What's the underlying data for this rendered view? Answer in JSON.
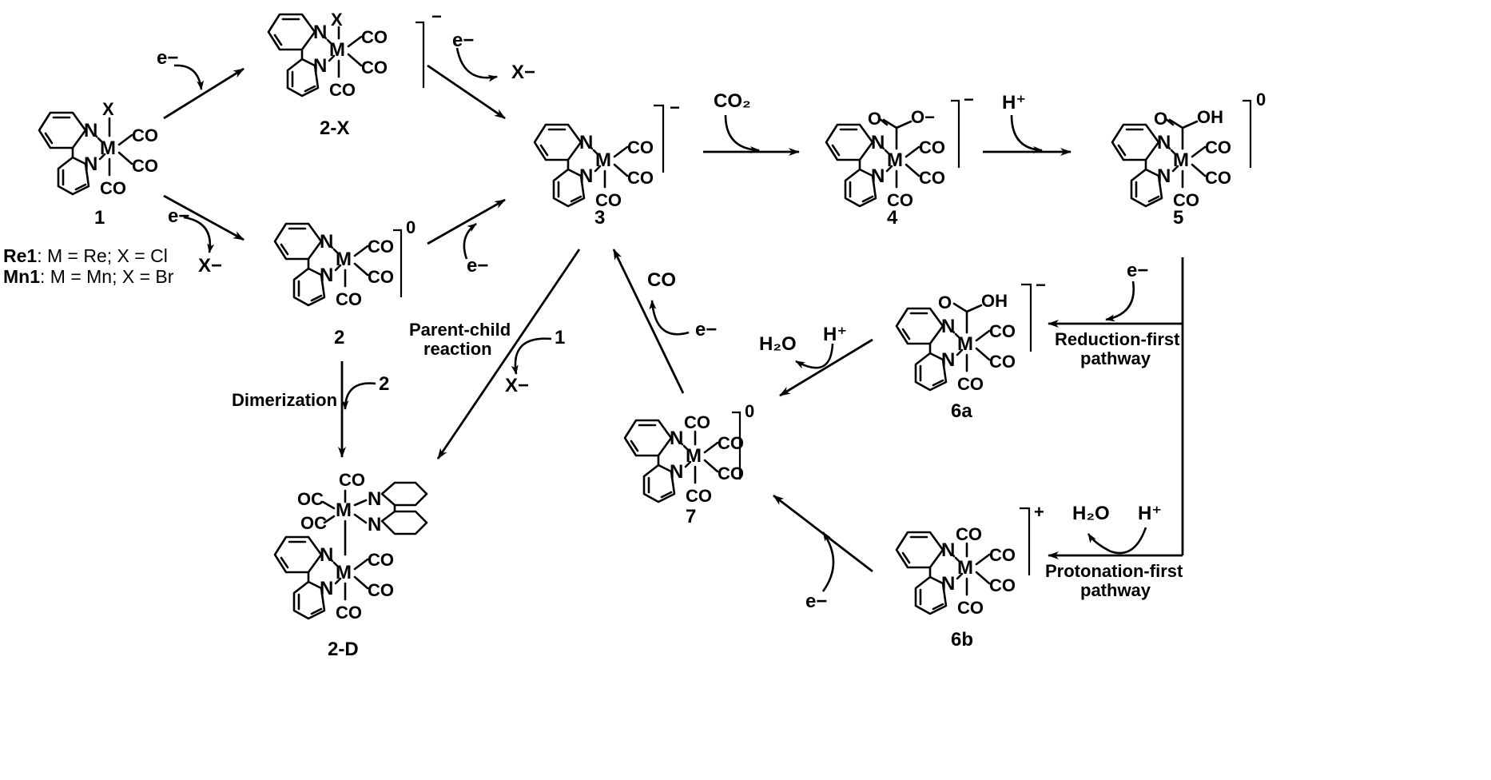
{
  "compounds": {
    "c1": "1",
    "c2x": "2-X",
    "c2": "2",
    "c3": "3",
    "c4": "4",
    "c5": "5",
    "c6a": "6a",
    "c6b": "6b",
    "c7": "7",
    "c2d": "2-D"
  },
  "atoms": {
    "metal": "M",
    "nitrogen": "N",
    "halide": "X",
    "carbonyl": "CO",
    "oc": "OC"
  },
  "charges": {
    "minus": "−",
    "zero": "0",
    "plus": "+"
  },
  "ligands": {
    "carboxylate": "O−",
    "acid": "OH",
    "oxygen": "O",
    "carbon": "C"
  },
  "reagents": {
    "electron": "e−",
    "halide_anion": "X−",
    "co2": "CO₂",
    "proton": "H⁺",
    "water": "H₂O",
    "co_gas": "CO",
    "one": "1",
    "two": "2"
  },
  "legend": {
    "re_prefix": "Re1",
    "re_text": ": M = Re; X = Cl",
    "mn_prefix": "Mn1",
    "mn_text": ": M = Mn; X = Br"
  },
  "labels": {
    "parent_child_1": "Parent-child",
    "parent_child_2": "reaction",
    "dimerization": "Dimerization",
    "reduction_1": "Reduction-first",
    "reduction_2": "pathway",
    "protonation_1": "Protonation-first",
    "protonation_2": "pathway"
  }
}
